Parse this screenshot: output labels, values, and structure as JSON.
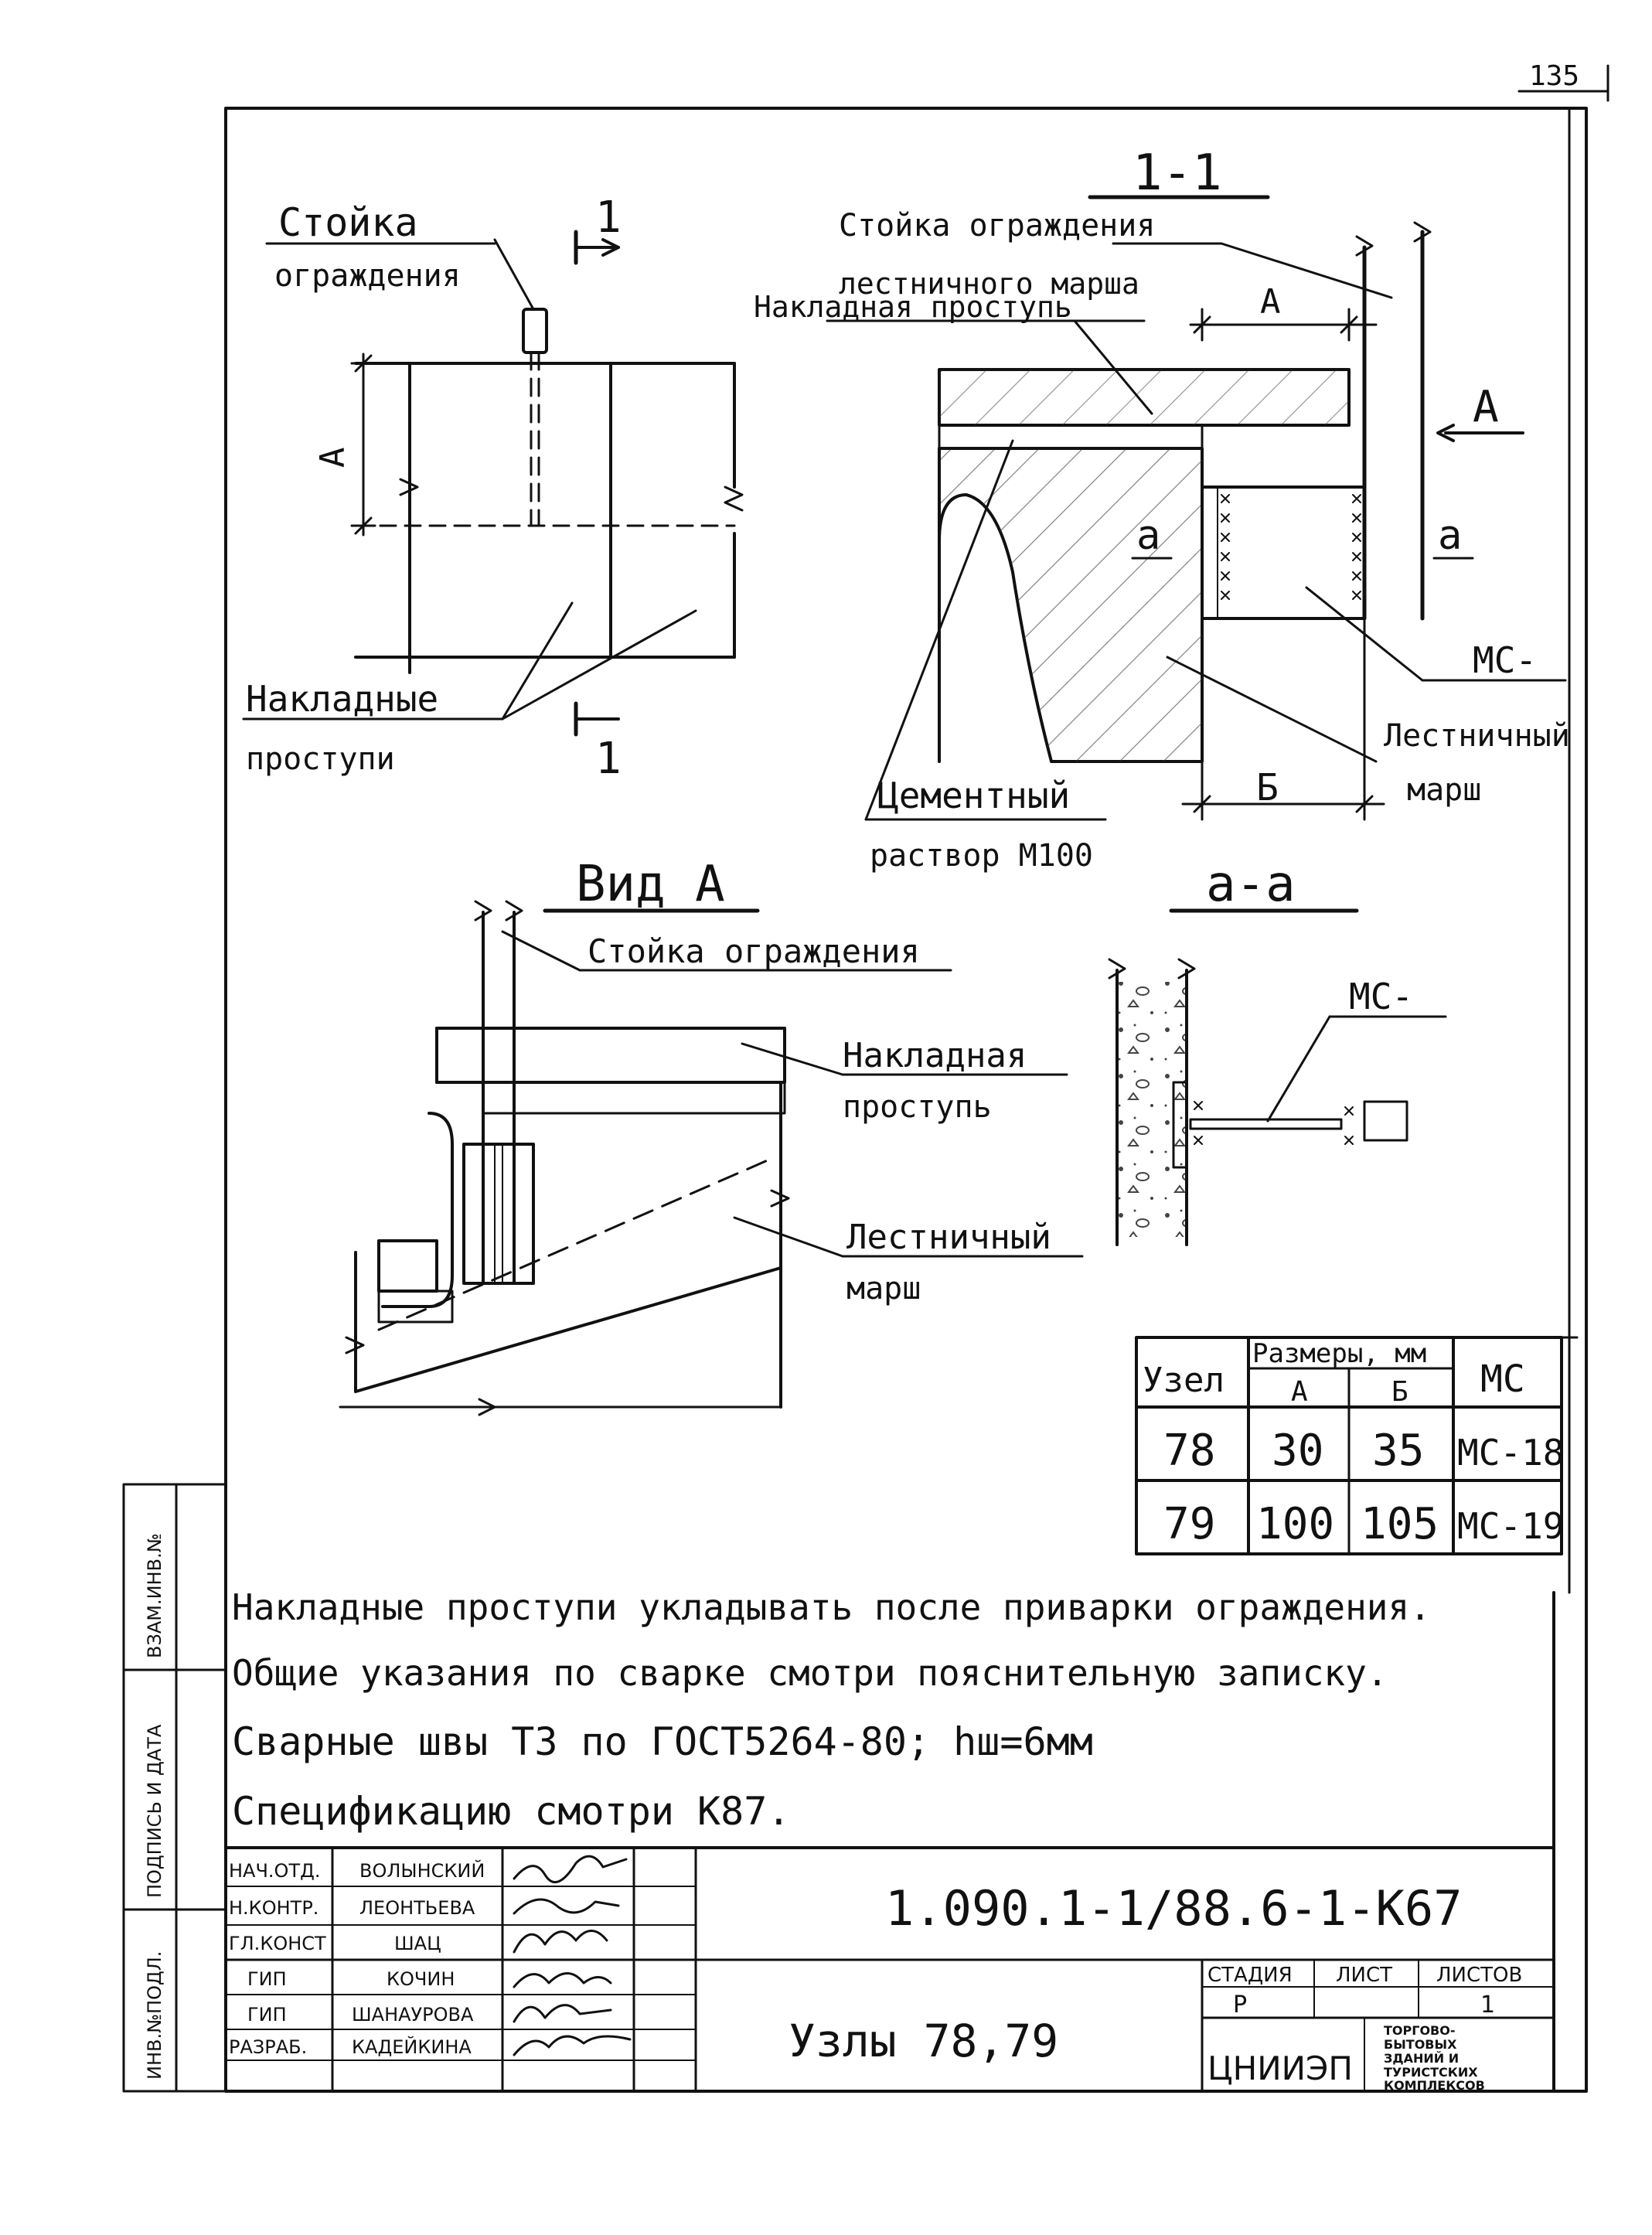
{
  "page_number": "135",
  "views": {
    "plan": {
      "stoyka_line1": "Стойка",
      "stoyka_line2": "ограждения",
      "section_mark": "1",
      "dim_a": "A",
      "nakl_line1": "Накладные",
      "nakl_line2": "проступи"
    },
    "section_1_1": {
      "title": "1-1",
      "stoyka_line1": "Стойка ограждения",
      "stoyka_line2": "лестничного марша",
      "nakl_prostup": "Накладная проступь",
      "dim_a": "A",
      "dim_b": "Б",
      "view_mark": "A",
      "cut_a_left": "a",
      "cut_a_right": "a",
      "ms_label": "МС-",
      "marsh_line1": "Лестничный",
      "marsh_line2": "марш",
      "cement_line1": "Цементный",
      "cement_line2": "раствор М100"
    },
    "view_a": {
      "title": "Вид А",
      "stoyka": "Стойка ограждения",
      "nakl_line1": "Накладная",
      "nakl_line2": "проступь",
      "marsh_line1": "Лестничный",
      "marsh_line2": "марш"
    },
    "section_a_a": {
      "title": "a-a",
      "ms_label": "МС-"
    }
  },
  "table": {
    "headers": {
      "uzel": "Узел",
      "sizes": "Размеры, мм",
      "a": "А",
      "b": "Б",
      "ms": "МС"
    },
    "rows": [
      {
        "uzel": "78",
        "a": "30",
        "b": "35",
        "ms": "МС-18"
      },
      {
        "uzel": "79",
        "a": "100",
        "b": "105",
        "ms": "МС-19"
      }
    ]
  },
  "notes": [
    "Накладные проступи укладывать после приварки ограждения.",
    "Общие указания по сварке смотри пояснительную записку.",
    "Сварные швы Т3 по ГОСТ5264-80; hш=6мм",
    "Спецификацию смотри К87."
  ],
  "side_stamp": {
    "vzam": "ВЗАМ.ИНВ.№",
    "podpis": "ПОДПИСЬ И ДАТА",
    "inv": "ИНВ.№ПОДЛ."
  },
  "title_block": {
    "document_code": "1.090.1-1/88.6-1-К67",
    "title": "Узлы 78,79",
    "stage_label": "СТАДИЯ",
    "stage_value": "Р",
    "sheet_label": "ЛИСТ",
    "sheets_label": "ЛИСТОВ",
    "sheets_value": "1",
    "organization": "ЦНИИЭП",
    "org_desc": [
      "ТОРГОВО-",
      "БЫТОВЫХ",
      "ЗДАНИЙ И",
      "ТУРИСТСКИХ",
      "КОМПЛЕКСОВ"
    ],
    "signatures": [
      {
        "role": "НАЧ.ОТД.",
        "name": "ВОЛЫНСКИЙ"
      },
      {
        "role": "Н.КОНТР.",
        "name": "ЛЕОНТЬЕВА"
      },
      {
        "role": "ГЛ.КОНСТ",
        "name": "ШАЦ"
      },
      {
        "role": "ГИП",
        "name": "КОЧИН"
      },
      {
        "role": "ГИП",
        "name": "ШАНАУРОВА"
      },
      {
        "role": "РАЗРАБ.",
        "name": "КАДЕЙКИНА"
      }
    ]
  }
}
